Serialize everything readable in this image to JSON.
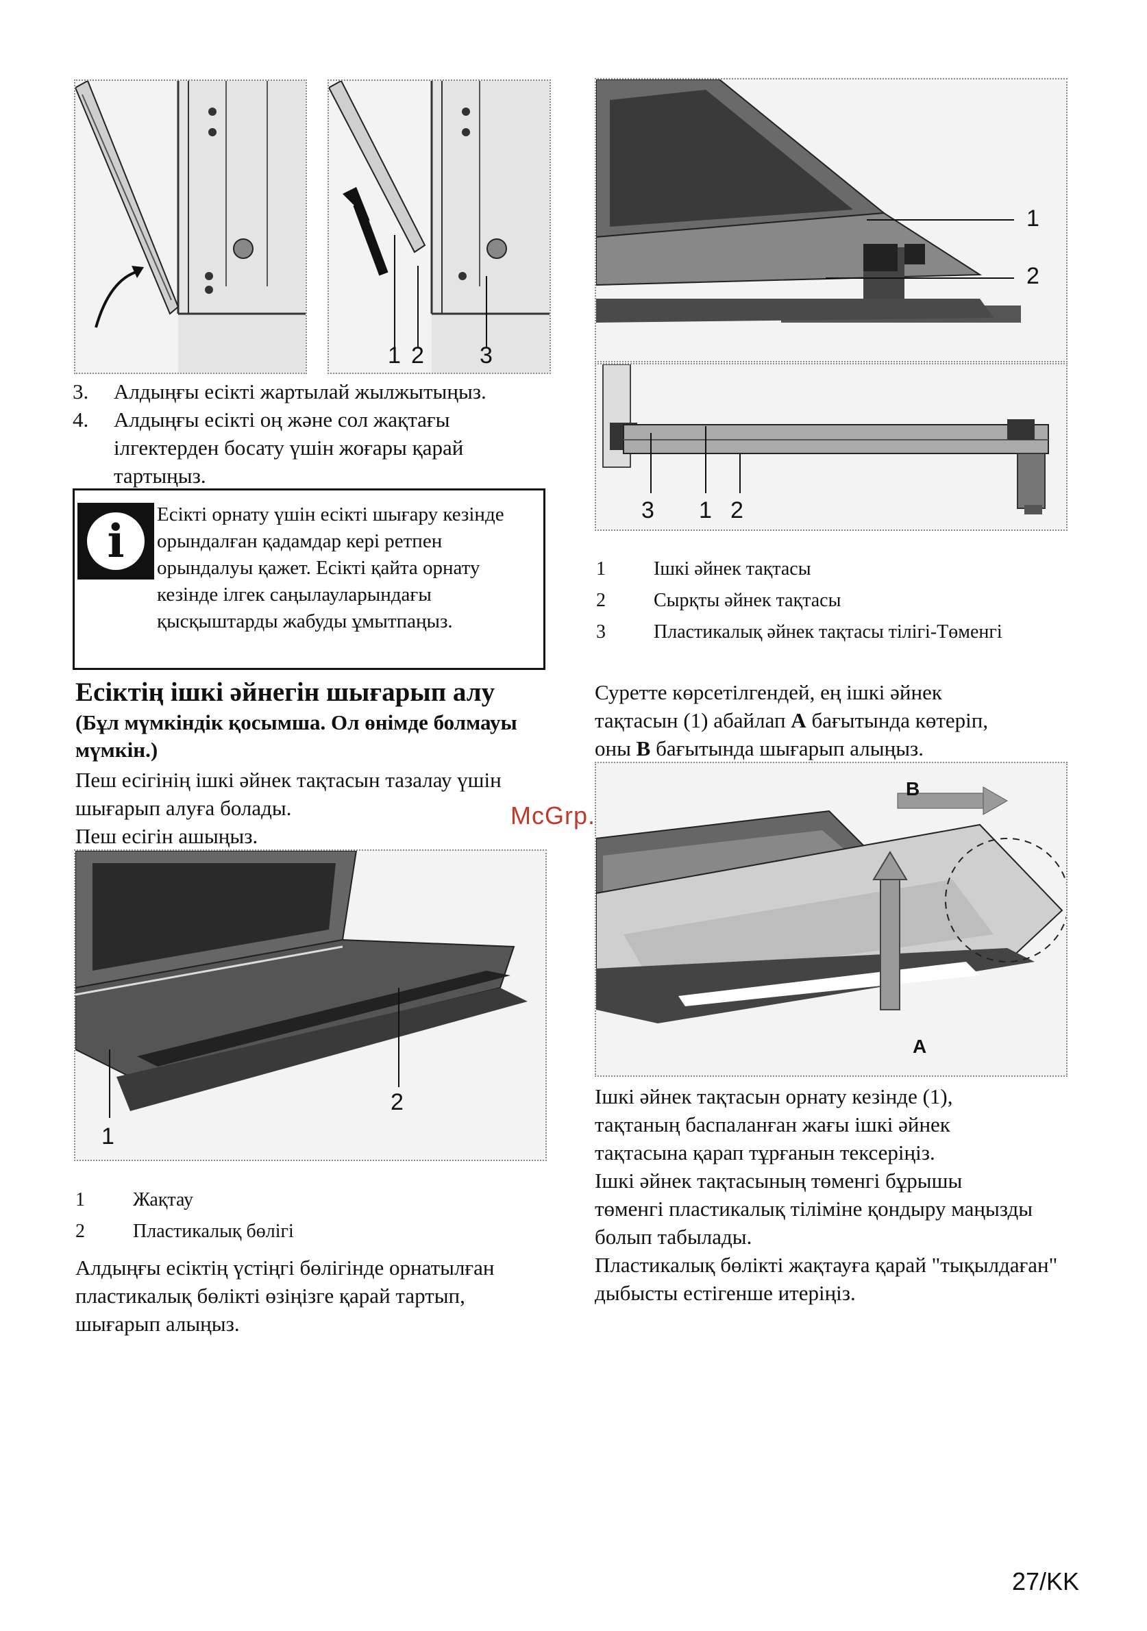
{
  "figures": {
    "hinge_left": {
      "callouts": []
    },
    "hinge_right": {
      "callouts": [
        "1",
        "2",
        "3"
      ]
    },
    "door_profile": {
      "callouts": [
        "1",
        "2"
      ]
    },
    "glass_top": {
      "callouts": [
        "1",
        "2"
      ]
    },
    "glass_bottom": {
      "callouts": [
        "3",
        "1",
        "2"
      ]
    },
    "glass_remove": {
      "arrow_b": "B",
      "arrow_a": "A"
    }
  },
  "steps": [
    {
      "num": "3.",
      "text": "Алдыңғы есікті жартылай жылжытыңыз."
    },
    {
      "num": "4.",
      "text": "Алдыңғы есікті оң және сол жақтағы ілгектерден босату үшін жоғары қарай тартыңыз."
    }
  ],
  "note": {
    "icon": "info-icon",
    "text": "Есікті орнату үшін есікті шығару кезінде орындалған қадамдар кері ретпен орындалуы қажет. Есікті қайта орнату кезінде ілгек саңылауларындағы қысқыштарды жабуды ұмытпаңыз."
  },
  "section": {
    "title": "Есіктің ішкі әйнегін шығарып алу",
    "subtitle": "(Бұл мүмкіндік қосымша. Ол өнімде болмауы мүмкін.)",
    "intro": "Пеш есігінің ішкі әйнек тақтасын тазалау үшін шығарып алуға болады.",
    "open_door": "Пеш есігін ашыңыз."
  },
  "legend_left": [
    {
      "n": "1",
      "label": "Жақтау"
    },
    {
      "n": "2",
      "label": "Пластикалық бөлігі"
    }
  ],
  "para_pull": "Алдыңғы есіктің үстіңгі бөлігінде орнатылған пластикалық бөлікті өзіңізге қарай тартып, шығарып алыңыз.",
  "legend_right": [
    {
      "n": "1",
      "label": "Ішкі әйнек тақтасы"
    },
    {
      "n": "2",
      "label": "Сырқты әйнек тақтасы"
    },
    {
      "n": "3",
      "label": "Пластикалық әйнек тақтасы тілігі-Төменгі"
    }
  ],
  "para_lift": {
    "part1": "Суретте көрсетілгендей, ең ішкі әйнек тақтасын (1) абайлап ",
    "bold1": "A",
    "part2": " бағытында көтеріп, оны ",
    "bold2": "B",
    "part3": " бағытында шығарып алыңыз."
  },
  "para_install": [
    "Ішкі әйнек тақтасын орнату кезінде (1), тақтаның баспаланған жағы ішкі әйнек тақтасына қарап тұрғанын тексеріңіз.",
    "Ішкі әйнек тақтасының төменгі бұрышы төменгі пластикалық тіліміне қондыру маңызды болып табылады.",
    "Пластикалық бөлікті жақтауға қарай \"тықылдаған\" дыбысты естігенше итеріңіз."
  ],
  "watermark": "McGrp.Ru",
  "page_number": "27/KK"
}
